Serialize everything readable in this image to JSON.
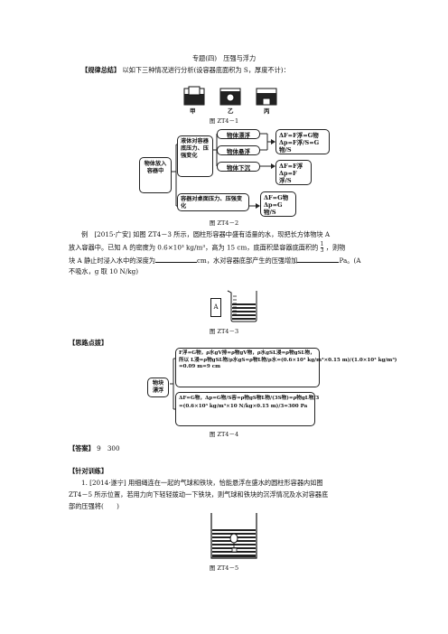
{
  "title": "专题(四)　压强与浮力",
  "summary": {
    "label": "【规律总结】",
    "text": "以如下三种情况进行分析(设容器底面积为 S，厚度不计)："
  },
  "fig1": {
    "labels": [
      "甲",
      "乙",
      "丙"
    ],
    "caption": "图 ZT4－1"
  },
  "fig2": {
    "root": "物体放入容器中",
    "mid": "液体对容器底压力、压强变化",
    "float": "物体漂浮",
    "suspend": "物体悬浮",
    "sink": "物体下沉",
    "eq1a": "ΔF=F浮=G物",
    "eq1b": "Δp=F浮/S=G物/S",
    "eq2a": "ΔF=F浮",
    "eq2b": "Δp=F浮/S",
    "table_box": "容器对桌面压力、压强变化",
    "eq3a": "ΔF=G物",
    "eq3b": "Δp=G物/S",
    "caption": "图 ZT4－2"
  },
  "example": {
    "line1": "例　[2015·广安] 如图 ZT4－3 所示，圆柱形容器中盛有适量的水，现把长方体物块 A",
    "line2a": "放入容器中。已知 A 的密度为 0.6×10³ kg/m³，高为 15 cm，底面积是容器底面积的",
    "frac_num": "1",
    "frac_den": "3",
    "line2b": "，则物",
    "line3a": "块 A 静止时浸入水中的深度为",
    "line3b": "cm，水对容器底部产生的压强增加",
    "line3c": "Pa。(A",
    "line4": "不吸水，g 取 10 N/kg)"
  },
  "fig3": {
    "block_label": "A",
    "caption": "图 ZT4－3"
  },
  "hint_label": "【思路点拨】",
  "fig4": {
    "root": "物块漂浮",
    "r1": "F浮=G物，ρ水gV排=ρ物gV物，ρ水gSL浸=ρ物gSL物，",
    "r2": "所以 L浸=ρ物gSL物/ρ水gS=ρ物L物/ρ水=(0.6×10³ kg/m³×0.15 m)/(1.0×10³ kg/m³)",
    "r3": "=0.09 m=9 cm",
    "r4": "ΔF=G物，Δp=G物/S容=ρ物gS物L物/(3S物)=ρ物gL物/3",
    "r5": "=(0.6×10³ kg/m³×10 N/kg×0.15 m)/3=300 Pa",
    "caption": "图 ZT4－4"
  },
  "answer": {
    "label": "【答案】",
    "value": "9　300"
  },
  "training": {
    "label": "【针对训练】",
    "q1_line1": "1. [2014·遂宁] 用细绳连在一起的气球和铁块，恰能悬浮在盛水的圆柱形容器内如图",
    "q1_line2": "ZT4－5 所示位置，若用力向下轻轻拨动一下铁块，则气球和铁块的沉浮情况及水对容器底",
    "q1_line3": "部的压强将(　　)"
  },
  "fig5": {
    "caption": "图 ZT4－5"
  }
}
